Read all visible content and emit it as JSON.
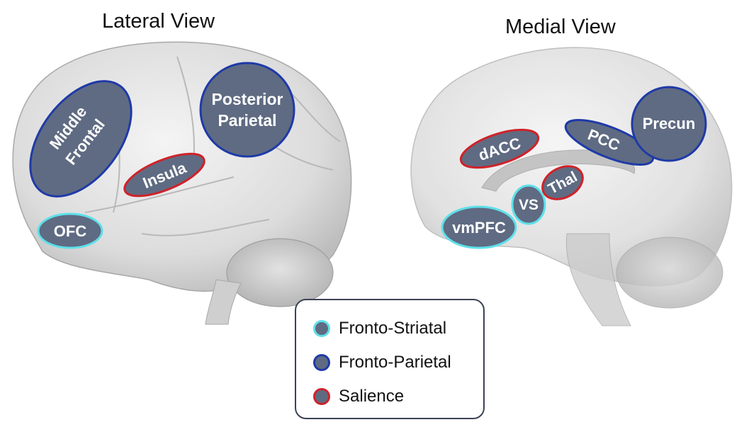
{
  "titles": {
    "lateral": "Lateral View",
    "medial": "Medial View"
  },
  "network_colors": {
    "fronto_striatal": "#5ee0ea",
    "fronto_parietal": "#1f3aa8",
    "salience": "#d0222a",
    "region_fill": "#5f6b82"
  },
  "lateral_regions": {
    "middle_frontal_1": "Middle",
    "middle_frontal_2": "Frontal",
    "posterior_parietal_1": "Posterior",
    "posterior_parietal_2": "Parietal",
    "insula": "Insula",
    "ofc": "OFC"
  },
  "medial_regions": {
    "dacc": "dACC",
    "pcc": "PCC",
    "precun": "Precun",
    "thal": "Thal",
    "vs": "VS",
    "vmpfc": "vmPFC"
  },
  "legend": {
    "items": [
      {
        "label": "Fronto-Striatal",
        "network": "fronto_striatal"
      },
      {
        "label": "Fronto-Parietal",
        "network": "fronto_parietal"
      },
      {
        "label": "Salience",
        "network": "salience"
      }
    ]
  }
}
